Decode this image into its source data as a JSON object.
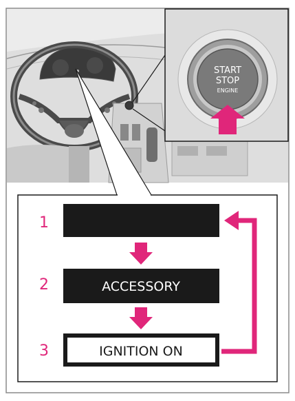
{
  "start_button": {
    "line1": "START",
    "line2": "STOP",
    "line3": "ENGINE"
  },
  "modes": [
    {
      "step": "1",
      "label": "",
      "style": "dark"
    },
    {
      "step": "2",
      "label": "ACCESSORY",
      "style": "dark"
    },
    {
      "step": "3",
      "label": "IGNITION ON",
      "style": "light"
    }
  ],
  "colors": {
    "accent": "#e0267a",
    "mode_dark": "#1a1a1a",
    "mode_text_dark": "#ffffff",
    "mode_text_light": "#1a1a1a",
    "button_face": "#7a7a7a"
  }
}
